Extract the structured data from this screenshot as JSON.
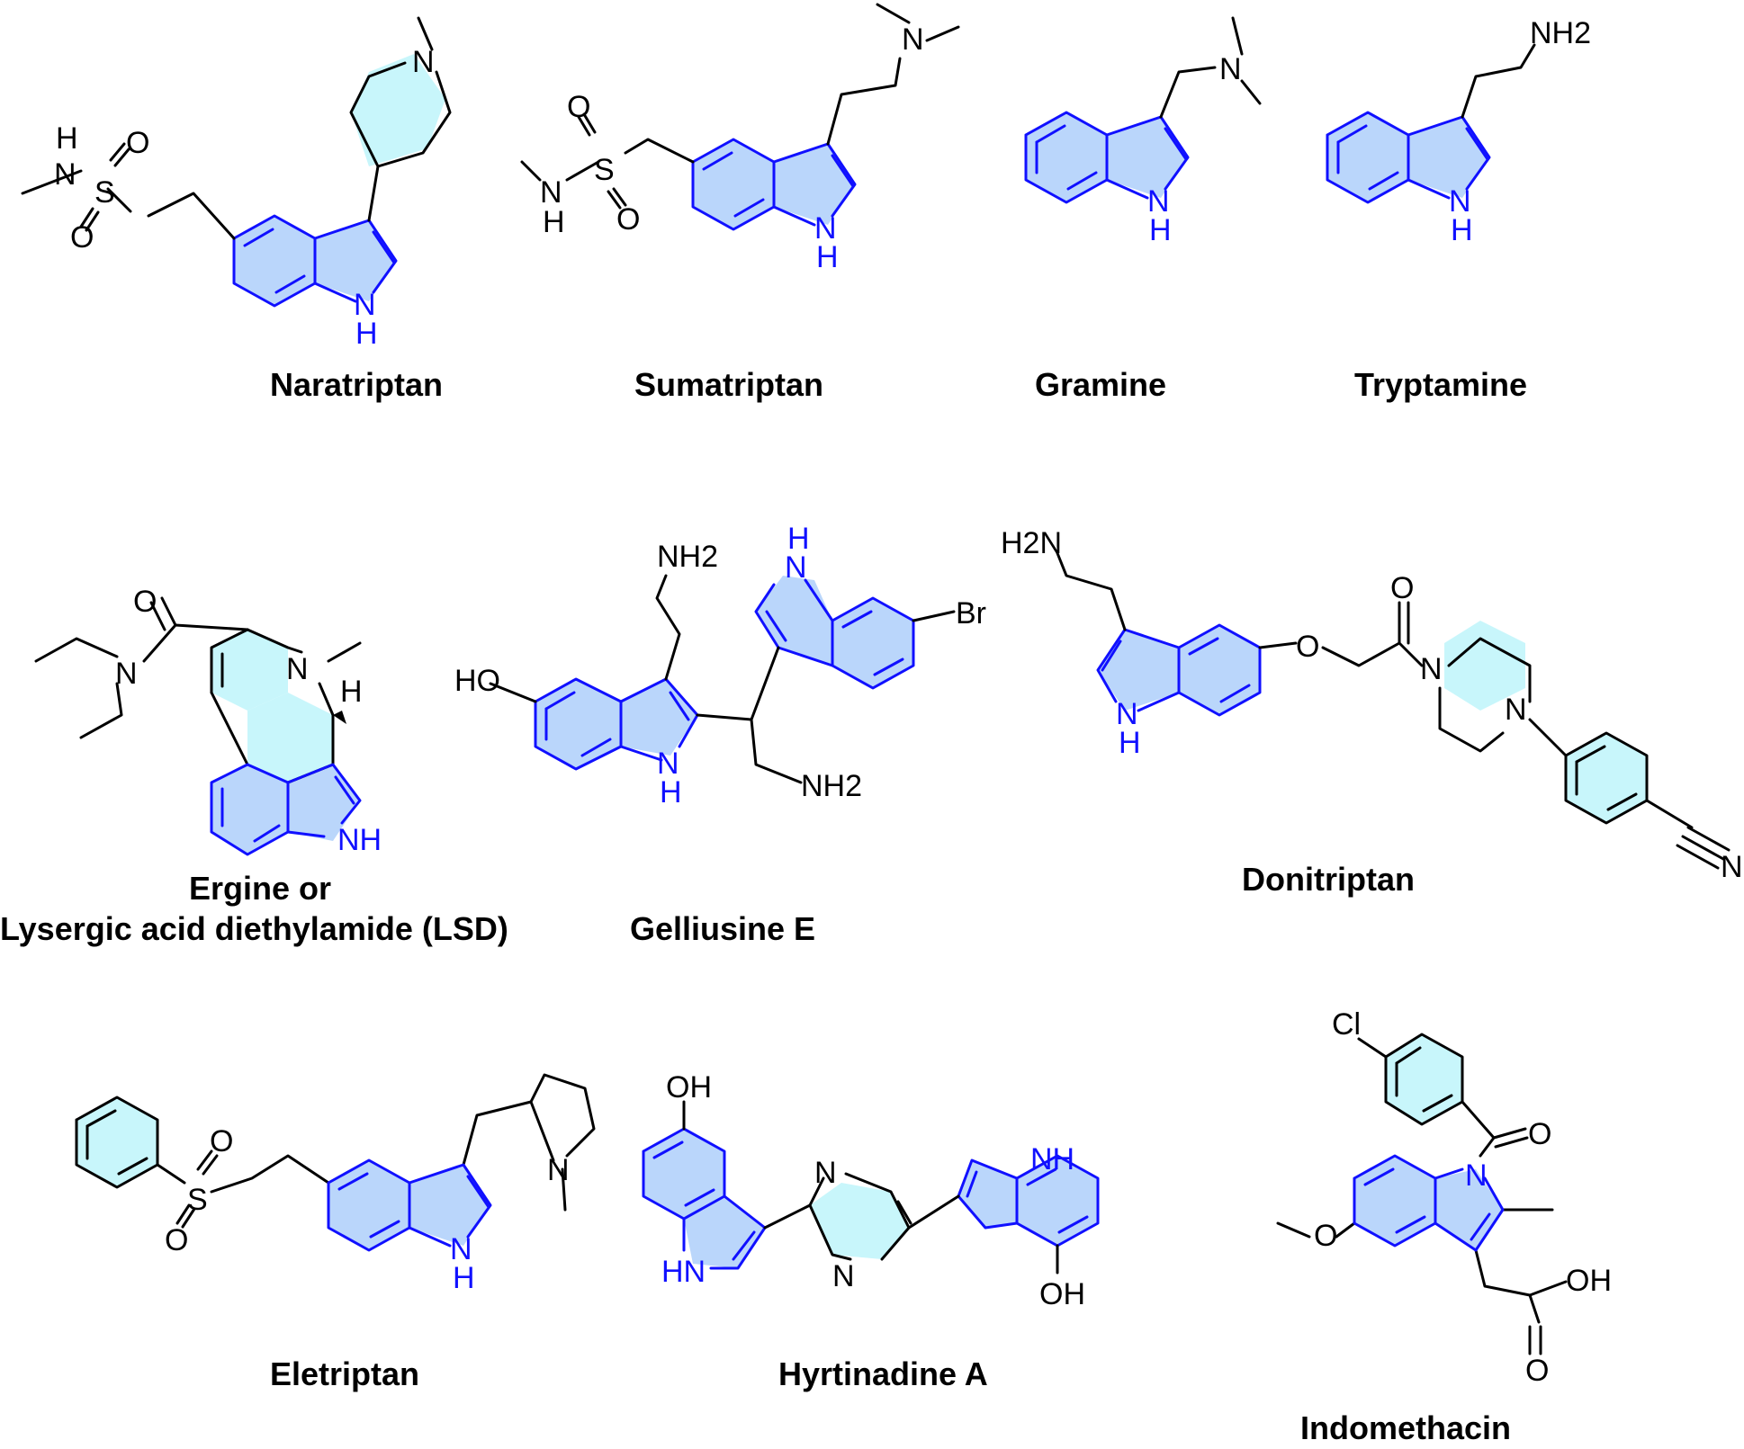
{
  "colors": {
    "indole_stroke": "#1010ff",
    "indole_fill": "#bad6fb",
    "ring_fill": "#c8f6fb",
    "bond": "#000000"
  },
  "compounds": [
    {
      "name": "Naratriptan"
    },
    {
      "name": "Sumatriptan"
    },
    {
      "name": "Gramine"
    },
    {
      "name": "Tryptamine"
    },
    {
      "name_line1": "Ergine or",
      "name_line2": "Lysergic acid diethylamide (LSD)"
    },
    {
      "name": "Gelliusine E"
    },
    {
      "name": "Donitriptan"
    },
    {
      "name": "Eletriptan"
    },
    {
      "name": "Hyrtinadine A"
    },
    {
      "name": "Indomethacin"
    }
  ],
  "atoms": {
    "N": "N",
    "NH_top": "H",
    "NH": "NH",
    "HN": "HN",
    "H": "H",
    "S": "S",
    "O": "O",
    "NH2": "NH2",
    "H2N": "H2N",
    "HO": "HO",
    "OH": "OH",
    "Br": "Br",
    "Cl": "Cl"
  }
}
